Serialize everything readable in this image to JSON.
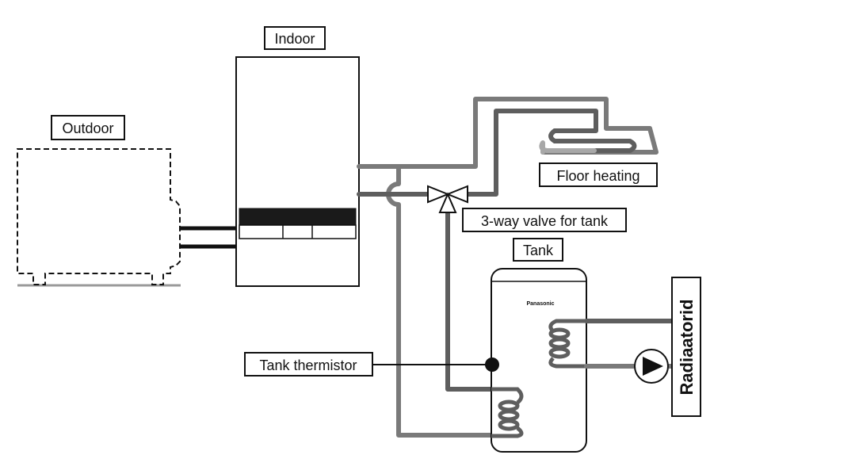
{
  "diagram": {
    "title": "Heat pump system with tank",
    "labels": {
      "outdoor": "Outdoor",
      "indoor": "Indoor",
      "floor_heating": "Floor heating",
      "valve": "3-way valve for tank",
      "tank": "Tank",
      "tank_thermistor": "Tank thermistor",
      "radiators": "Radiaatorid",
      "brand": "Panasonic"
    },
    "components": [
      {
        "id": "outdoor-unit",
        "label": "Outdoor",
        "style": "dashed outline"
      },
      {
        "id": "indoor-unit",
        "label": "Indoor"
      },
      {
        "id": "floor-heating",
        "label": "Floor heating"
      },
      {
        "id": "three-way-valve",
        "label": "3-way valve for tank"
      },
      {
        "id": "tank",
        "label": "Tank",
        "brand": "Panasonic"
      },
      {
        "id": "tank-thermistor",
        "label": "Tank thermistor"
      },
      {
        "id": "pump",
        "label": ""
      },
      {
        "id": "radiators",
        "label": "Radiaatorid"
      }
    ],
    "connections": [
      {
        "from": "outdoor-unit",
        "to": "indoor-unit",
        "type": "refrigerant pipes"
      },
      {
        "from": "indoor-unit",
        "to": "floor-heating",
        "type": "return pipe"
      },
      {
        "from": "indoor-unit",
        "to": "three-way-valve",
        "type": "flow pipe"
      },
      {
        "from": "three-way-valve",
        "to": "floor-heating",
        "type": "flow pipe"
      },
      {
        "from": "three-way-valve",
        "to": "tank",
        "type": "tank coil flow"
      },
      {
        "from": "tank",
        "to": "indoor-unit",
        "type": "tank coil return"
      },
      {
        "from": "tank",
        "to": "radiators",
        "type": "radiator circuit"
      },
      {
        "from": "pump",
        "to": "radiators",
        "type": "radiator circuit"
      },
      {
        "from": "tank-thermistor",
        "to": "tank",
        "type": "sensor"
      }
    ],
    "colors": {
      "outline": "#111111",
      "pipe_mid": "#7a7a7a",
      "pipe_dark": "#5e5e5e",
      "pipe_light": "#a8a8a8"
    }
  }
}
